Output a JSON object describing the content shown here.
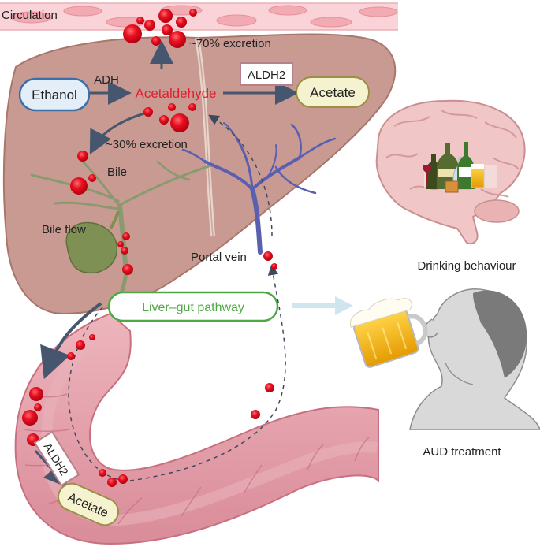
{
  "labels": {
    "circulation": "Circulation",
    "excretion_70": "~70% excretion",
    "excretion_30": "~30% excretion",
    "ethanol": "Ethanol",
    "adh": "ADH",
    "acetaldehyde": "Acetaldehyde",
    "aldh2_liver": "ALDH2",
    "acetate_liver": "Acetate",
    "bile": "Bile",
    "bile_flow": "Bile flow",
    "portal_vein": "Portal vein",
    "liver_gut_pathway": "Liver–gut pathway",
    "aldh2_gut": "ALDH2",
    "acetate_gut": "Acetate",
    "drinking_behaviour": "Drinking behaviour",
    "aud_treatment": "AUD treatment"
  },
  "colors": {
    "liver": "#c99a92",
    "liver_edge": "#9c6e66",
    "acetaldehyde": "#e21e2d",
    "molecule": "#e8101f",
    "bile_duct": "#8a9a70",
    "gallbladder": "#7f9055",
    "portal_vein": "#5a5fb0",
    "intestine": "#e2a2ad",
    "intestine_dark": "#c8707f",
    "vessel": "#f6c7cd",
    "pathway_green": "#4fa845",
    "ethanol_box": "#3b6fa8",
    "acetate_box": "#e8e4b2",
    "arrow": "#46566e"
  },
  "icons": [
    "brain-icon",
    "bottles-icon",
    "drinking-person-icon",
    "beer-mug-icon"
  ]
}
